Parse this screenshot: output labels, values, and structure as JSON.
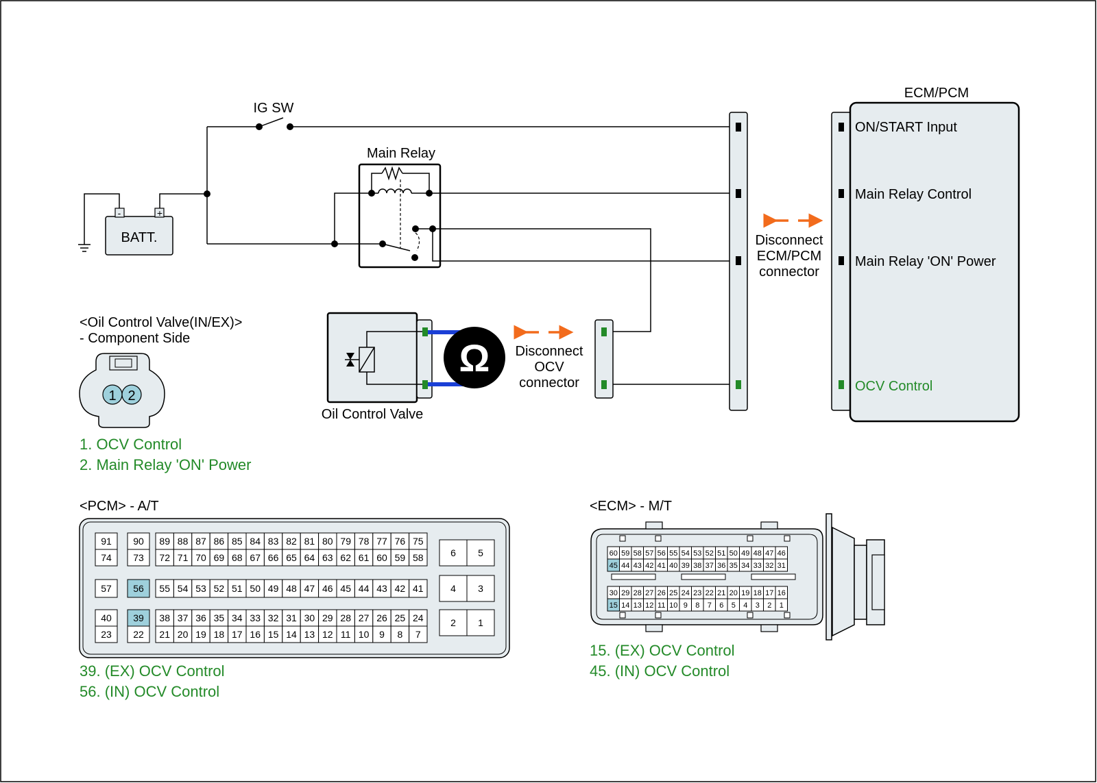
{
  "colors": {
    "line": "#000000",
    "panel_fill": "#e6ecef",
    "green": "#238a28",
    "orange": "#f26b1c",
    "blue": "#1a3fd6",
    "highlight": "#9ed0dc"
  },
  "circuit": {
    "ig_sw": "IG SW",
    "main_relay": "Main Relay",
    "batt": "BATT.",
    "batt_minus": "-",
    "batt_plus": "+",
    "ohm_icon": "Ω",
    "ocv_label": "Oil Control Valve",
    "disconnect_ocv": [
      "Disconnect",
      "OCV",
      "connector"
    ],
    "disconnect_ecm": [
      "Disconnect",
      "ECM/PCM",
      "connector"
    ]
  },
  "ecm": {
    "title": "ECM/PCM",
    "pins": [
      "ON/START Input",
      "Main Relay Control",
      "Main Relay 'ON' Power",
      "OCV Control"
    ]
  },
  "ocv_connector": {
    "title": "<Oil Control Valve(IN/EX)>",
    "subtitle": "- Component Side",
    "pin_labels": [
      "1",
      "2"
    ],
    "legend": [
      "1. OCV Control",
      "2. Main Relay 'ON' Power"
    ]
  },
  "pcm_connector": {
    "title": "<PCM> - A/T",
    "legend": [
      "39. (EX) OCV Control",
      "56. (IN) OCV Control"
    ],
    "highlight": [
      "56",
      "39"
    ],
    "left_cols": [
      [
        "91",
        "74"
      ],
      [
        "90",
        "73"
      ],
      [
        "57"
      ],
      [
        "56"
      ],
      [
        "40",
        "23"
      ],
      [
        "39",
        "22"
      ]
    ],
    "rows": [
      [
        "89",
        "88",
        "87",
        "86",
        "85",
        "84",
        "83",
        "82",
        "81",
        "80",
        "79",
        "78",
        "77",
        "76",
        "75"
      ],
      [
        "72",
        "71",
        "70",
        "69",
        "68",
        "67",
        "66",
        "65",
        "64",
        "63",
        "62",
        "61",
        "60",
        "59",
        "58"
      ],
      [
        "55",
        "54",
        "53",
        "52",
        "51",
        "50",
        "49",
        "48",
        "47",
        "46",
        "45",
        "44",
        "43",
        "42",
        "41"
      ],
      [
        "38",
        "37",
        "36",
        "35",
        "34",
        "33",
        "32",
        "31",
        "30",
        "29",
        "28",
        "27",
        "26",
        "25",
        "24"
      ],
      [
        "21",
        "20",
        "19",
        "18",
        "17",
        "16",
        "15",
        "14",
        "13",
        "12",
        "11",
        "10",
        "9",
        "8",
        "7"
      ]
    ],
    "right_pairs": [
      [
        "6",
        "5"
      ],
      [
        "4",
        "3"
      ],
      [
        "2",
        "1"
      ]
    ]
  },
  "ecm_connector": {
    "title": "<ECM> - M/T",
    "legend": [
      "15. (EX) OCV Control",
      "45. (IN) OCV Control"
    ],
    "highlight": [
      "45",
      "15"
    ],
    "rows": [
      [
        "60",
        "59",
        "58",
        "57",
        "56",
        "55",
        "54",
        "53",
        "52",
        "51",
        "50",
        "49",
        "48",
        "47",
        "46"
      ],
      [
        "45",
        "44",
        "43",
        "42",
        "41",
        "40",
        "39",
        "38",
        "37",
        "36",
        "35",
        "34",
        "33",
        "32",
        "31"
      ],
      [
        "30",
        "29",
        "28",
        "27",
        "26",
        "25",
        "24",
        "23",
        "22",
        "21",
        "20",
        "19",
        "18",
        "17",
        "16"
      ],
      [
        "15",
        "14",
        "13",
        "12",
        "11",
        "10",
        "9",
        "8",
        "7",
        "6",
        "5",
        "4",
        "3",
        "2",
        "1"
      ]
    ]
  }
}
